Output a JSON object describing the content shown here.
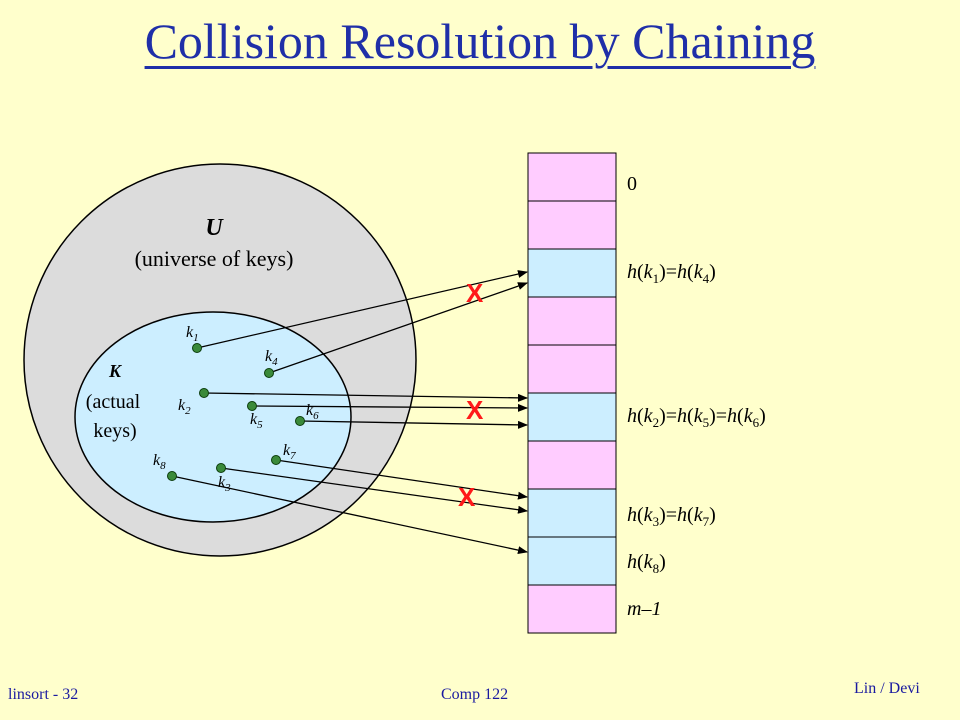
{
  "title": "Collision Resolution by Chaining",
  "universe": {
    "symbol": "U",
    "caption": "(universe of keys)"
  },
  "actual": {
    "symbol": "K",
    "caption_line1": "(actual",
    "caption_line2": "keys)"
  },
  "keys": [
    {
      "name": "k1",
      "base": "k",
      "sub": "1"
    },
    {
      "name": "k4",
      "base": "k",
      "sub": "4"
    },
    {
      "name": "k2",
      "base": "k",
      "sub": "2"
    },
    {
      "name": "k5",
      "base": "k",
      "sub": "5"
    },
    {
      "name": "k6",
      "base": "k",
      "sub": "6"
    },
    {
      "name": "k7",
      "base": "k",
      "sub": "7"
    },
    {
      "name": "k8",
      "base": "k",
      "sub": "8"
    },
    {
      "name": "k3",
      "base": "k",
      "sub": "3"
    }
  ],
  "table": {
    "slot_count": 10,
    "labels": [
      "0",
      "h(k1)=h(k4)",
      "h(k2)=h(k5)=h(k6)",
      "h(k3)=h(k7)",
      "h(k8)",
      "m–1"
    ]
  },
  "collision_mark": "X",
  "footer": {
    "left": "linsort - 32",
    "center": "Comp 122",
    "right": "Lin / Devi"
  },
  "colors": {
    "background": "#ffffcc",
    "title": "#1f2fa8",
    "universe_fill": "#dcdcdc",
    "actual_fill": "#cceeff",
    "slot_pink": "#ffccff",
    "slot_blue": "#cceeff",
    "dot": "#3a8a3a",
    "collision": "#ff1a1a",
    "footer": "#1a1aa0"
  }
}
